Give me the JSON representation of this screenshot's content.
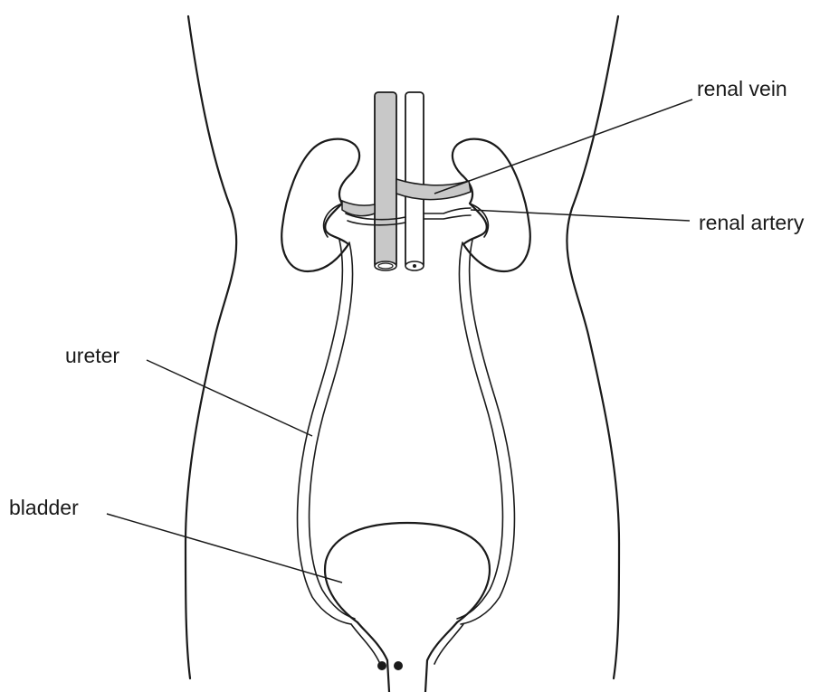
{
  "labels": {
    "renal_vein": "renal vein",
    "renal_artery": "renal artery",
    "ureter": "ureter",
    "bladder": "bladder"
  },
  "colors": {
    "vein_fill": "#c8c8c8",
    "artery_fill": "#ffffff",
    "outline": "#1a1a1a"
  }
}
